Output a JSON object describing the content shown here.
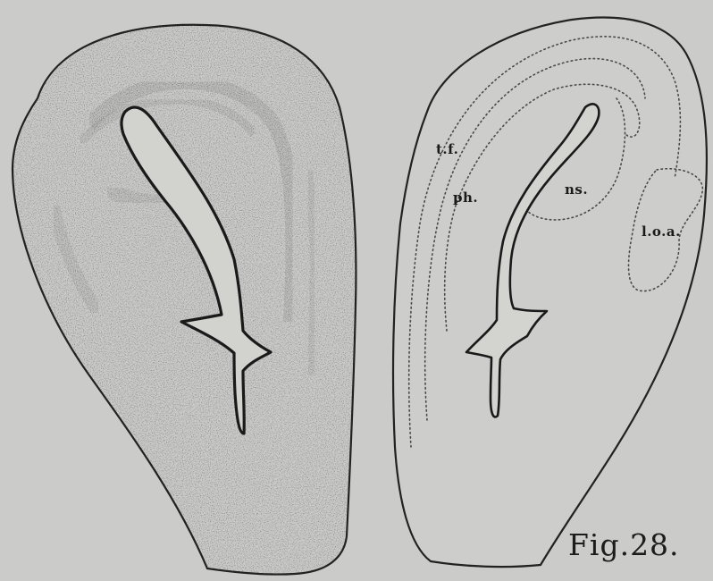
{
  "figure": {
    "caption": "Fig.28.",
    "labels": {
      "tf": "t.f.",
      "ph": "ph.",
      "ns": "ns.",
      "loa": "l.o.a."
    }
  }
}
